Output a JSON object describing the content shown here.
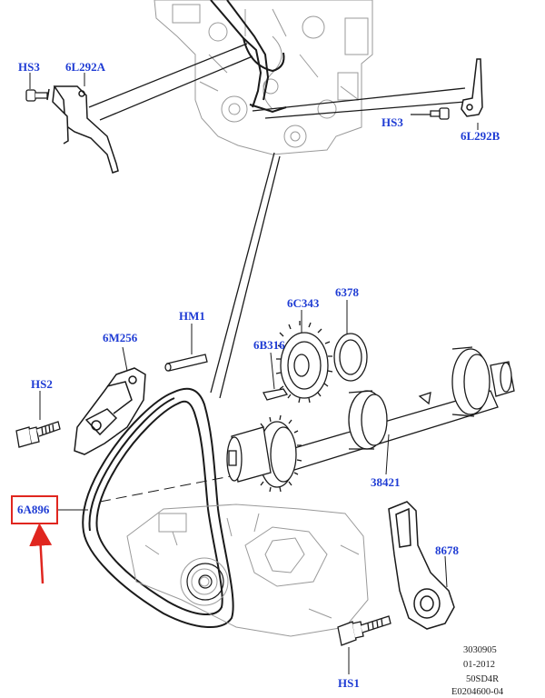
{
  "labels": {
    "hs3_left": "HS3",
    "l6l292a": "6L292A",
    "hs3_right": "HS3",
    "l6l292b": "6L292B",
    "l6c343": "6C343",
    "l6378": "6378",
    "hm1": "HM1",
    "l6m256": "6M256",
    "l6b316": "6B316",
    "hs2": "HS2",
    "l6a896": "6A896",
    "l38421": "38421",
    "l8678": "8678",
    "hs1": "HS1"
  },
  "reference": {
    "line1": "3030905",
    "line2": "01-2012",
    "line3": "50SD4R",
    "line4": "E0204600-04"
  },
  "highlight": {
    "target": "6A896",
    "color": "#e0261f"
  },
  "colors": {
    "label": "#1f3cd4",
    "line": "#1a1a1a",
    "sketch": "#9a9a9a"
  }
}
